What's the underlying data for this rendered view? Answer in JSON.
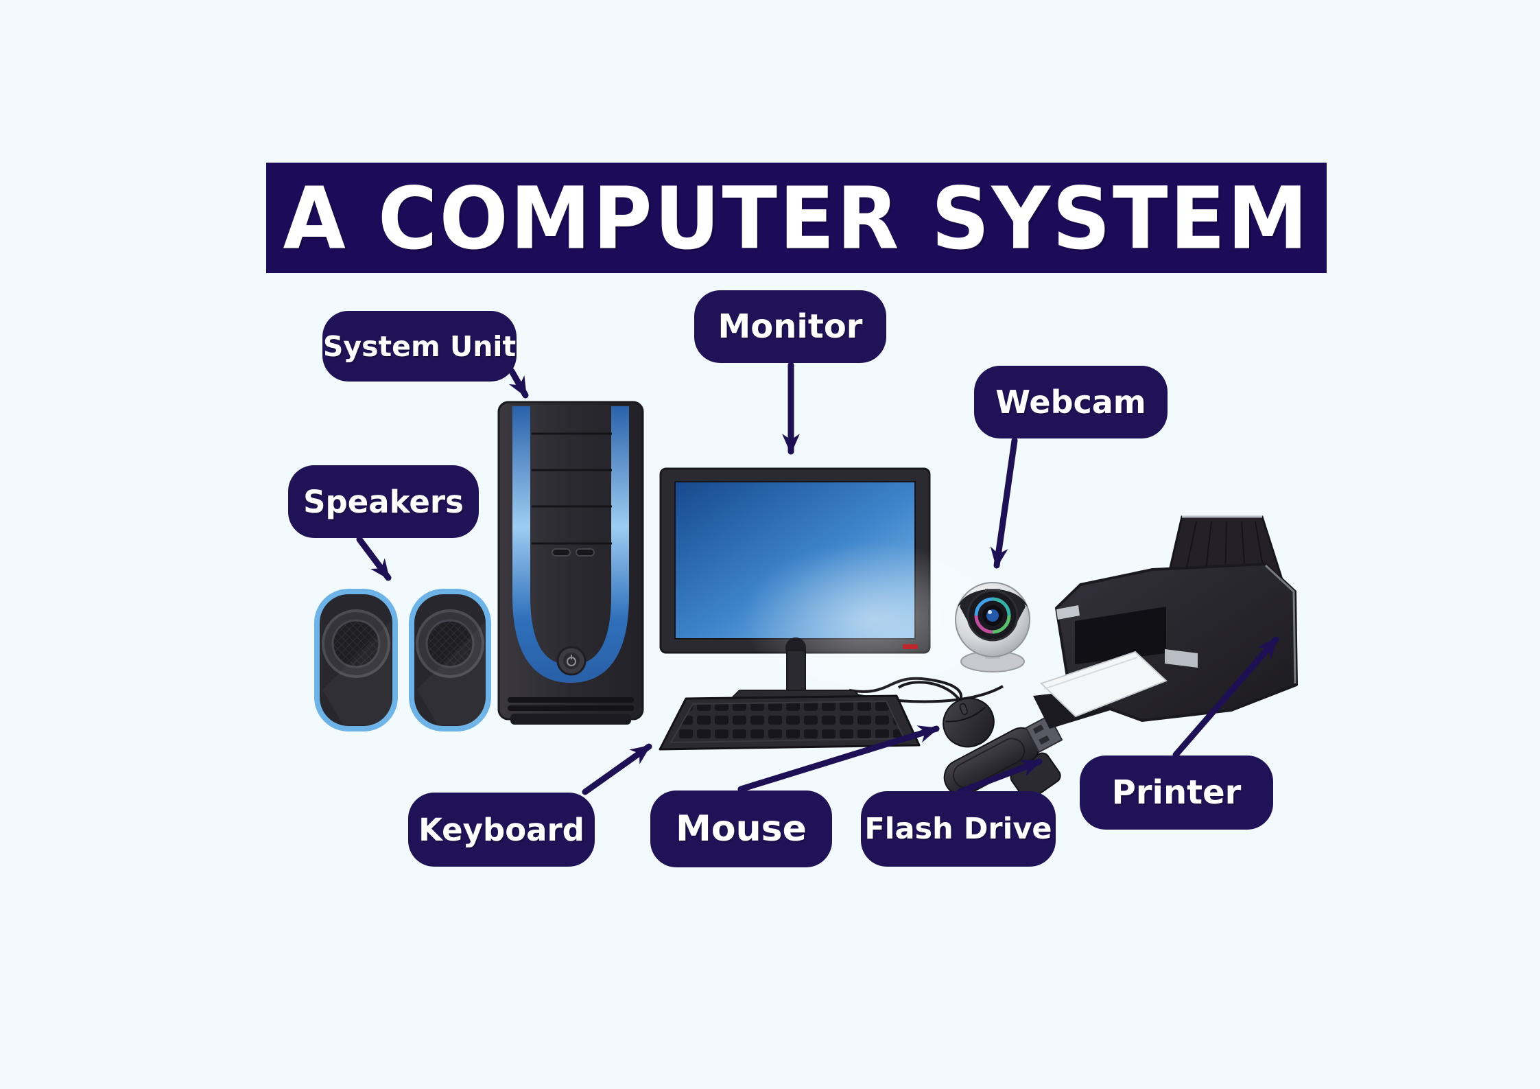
{
  "title": {
    "text": "A COMPUTER SYSTEM"
  },
  "labels": {
    "system_unit": "System Unit",
    "monitor": "Monitor",
    "webcam": "Webcam",
    "speakers": "Speakers",
    "keyboard": "Keyboard",
    "mouse": "Mouse",
    "flash_drive": "Flash Drive",
    "printer": "Printer"
  },
  "colors": {
    "background": "#f3fafd",
    "banner": "#1c0b59",
    "label_bg": "#201256",
    "label_text": "#ffffff",
    "arrow": "#1d1055",
    "speaker_accent": "#6db3e8",
    "tower_accent": "#3a7cc2",
    "screen_blue": "#3f86cc",
    "power_led_red": "#c0272d"
  },
  "devices": [
    "system-unit",
    "monitor",
    "webcam",
    "speakers",
    "keyboard",
    "mouse",
    "flash-drive",
    "printer"
  ]
}
